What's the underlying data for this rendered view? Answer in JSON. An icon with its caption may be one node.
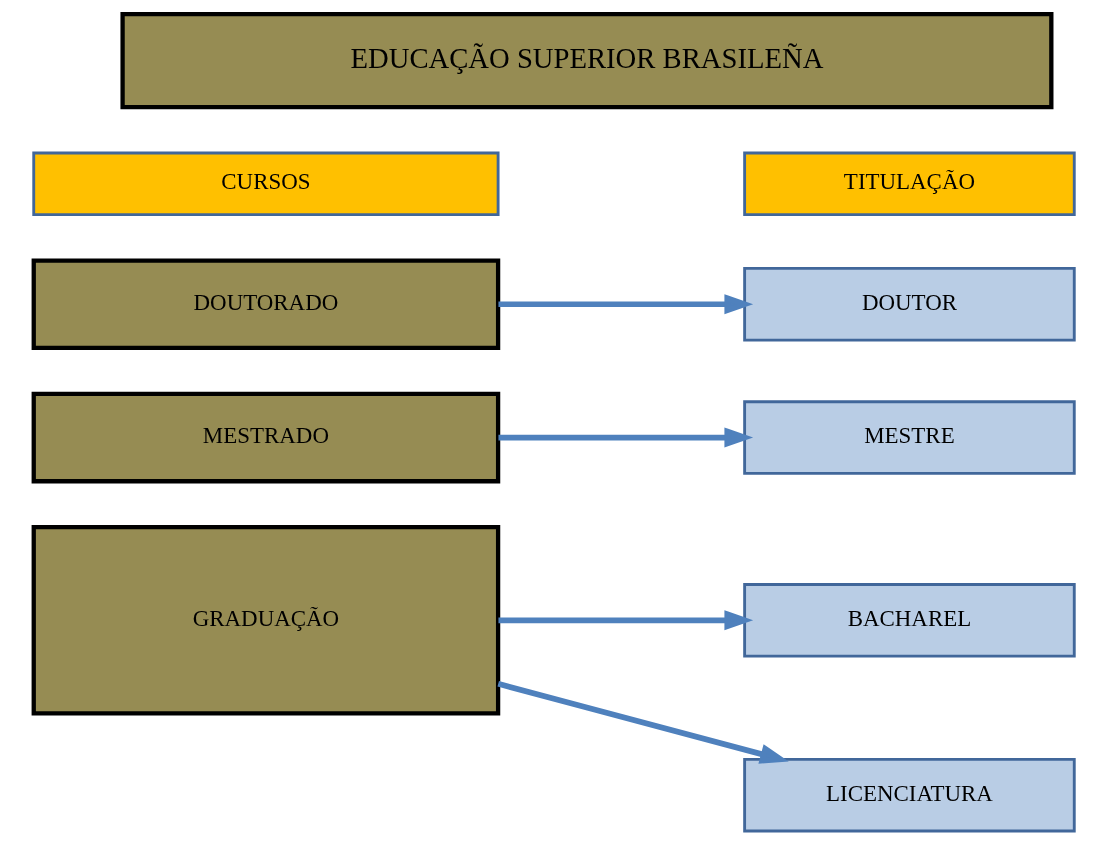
{
  "diagram": {
    "nodes": [
      {
        "text": [
          "EDUCAÇÃO SUPERIOR BRASILEÑA"
        ]
      },
      {
        "text": [
          "CURSOS"
        ]
      },
      {
        "text": [
          "TITULAÇÃO"
        ]
      },
      {
        "text": [
          "DOUTORADO"
        ]
      },
      {
        "text": [
          "DOUTOR"
        ]
      },
      {
        "text": [
          "MESTRADO"
        ]
      },
      {
        "text": [
          "MESTRE"
        ]
      },
      {
        "text": [
          "GRADUAÇÃO"
        ]
      },
      {
        "text": [
          "BACHAREL"
        ]
      },
      {
        "text": [
          "LICENCIATURA"
        ]
      }
    ],
    "edges": [
      {
        "from": 3,
        "to": 4,
        "arrow": "to"
      },
      {
        "from": 5,
        "to": 6,
        "arrow": "to"
      },
      {
        "from": 7,
        "to": 8,
        "arrow": "to"
      },
      {
        "from": 7,
        "to": 9,
        "arrow": "to"
      }
    ]
  }
}
